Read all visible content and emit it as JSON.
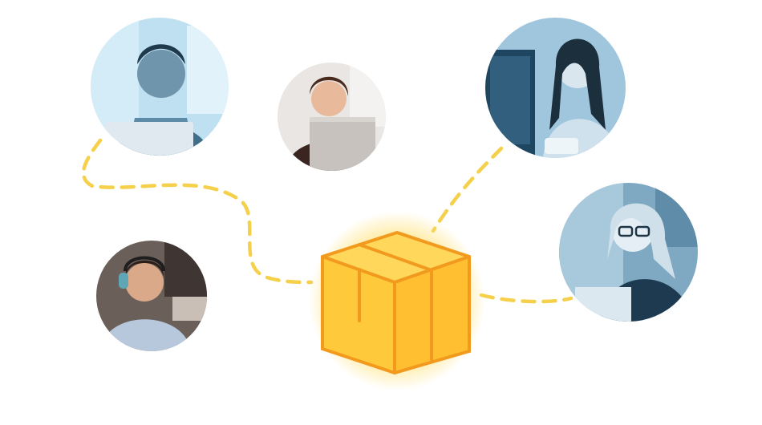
{
  "colors": {
    "background": "#ffffff",
    "connector_dash": "#f5d04a",
    "box_fill": "#ffc93c",
    "box_glow": "#ffe27a",
    "box_stroke": "#f29a1d",
    "tint_blue": "#5e93b3",
    "tint_blue_light": "#bfe0f0",
    "tint_navy": "#2d5a78"
  },
  "illustration": {
    "center_icon": "package-box-icon",
    "people": [
      {
        "name": "man-with-laptop-photo",
        "tone": "blue"
      },
      {
        "name": "girl-with-laptop-photo",
        "tone": "color"
      },
      {
        "name": "woman-at-monitor-photo",
        "tone": "blue"
      },
      {
        "name": "man-with-headphones-photo",
        "tone": "color"
      },
      {
        "name": "woman-with-glasses-photo",
        "tone": "blue"
      }
    ]
  }
}
